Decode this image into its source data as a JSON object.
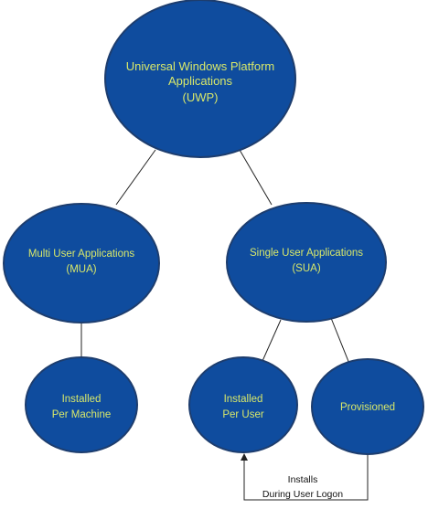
{
  "colors": {
    "node_fill": "#0f4c9e",
    "node_stroke": "#1d3d6e",
    "node_text": "#d8e86a",
    "connector": "#222222"
  },
  "nodes": {
    "uwp": {
      "line1": "Universal Windows Platform",
      "line2": "Applications",
      "line3": "(UWP)"
    },
    "mua": {
      "line1": "Multi User Applications",
      "line2": "(MUA)"
    },
    "sua": {
      "line1": "Single User Applications",
      "line2": "(SUA)"
    },
    "per_machine": {
      "line1": "Installed",
      "line2": "Per Machine"
    },
    "per_user": {
      "line1": "Installed",
      "line2": "Per User"
    },
    "provisioned": {
      "line1": "Provisioned"
    }
  },
  "connector_label": {
    "line1": "Installs",
    "line2": "During User Logon"
  }
}
